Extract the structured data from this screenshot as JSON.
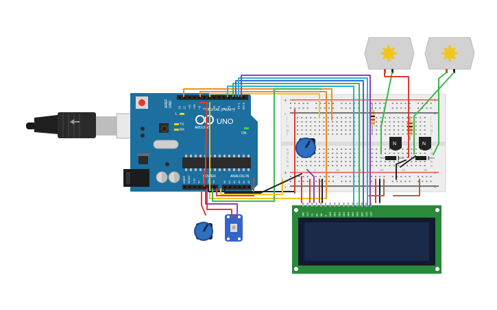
{
  "arduino": {
    "brand": "ARDUINO",
    "model": "UNO",
    "digital_label": "DIGITAL (PWM~)",
    "analog_label": "ANALOG IN",
    "power_label": "POWER",
    "tx_label": "TX",
    "rx_label": "RX",
    "l_label": "L",
    "on_label": "ON",
    "aref_label": "AREF",
    "gnd_label": "GND",
    "digital_pins": [
      "13",
      "12",
      "~11",
      "~10",
      "~9",
      "8",
      "7",
      "~6",
      "~5",
      "4",
      "~3",
      "2",
      "TX 1",
      "RX 0"
    ],
    "power_pins": [
      "IOREF",
      "RESET",
      "3.3V",
      "5V",
      "GND",
      "GND",
      "Vin"
    ],
    "analog_pins": [
      "A0",
      "A1",
      "A2",
      "A3",
      "A4",
      "A5"
    ]
  },
  "breadboard": {
    "row_letters_top": [
      "j",
      "i",
      "h",
      "g",
      "f"
    ],
    "row_letters_bottom": [
      "e",
      "d",
      "c",
      "b",
      "a"
    ],
    "column_numbers": [
      "1",
      "5",
      "10",
      "15",
      "20",
      "25",
      "30"
    ],
    "plus": "+",
    "minus": "-"
  },
  "lcd": {
    "pin_labels": [
      "GND",
      "VCC",
      "V0",
      "RS",
      "RW",
      "E",
      "DB0",
      "DB1",
      "DB2",
      "DB3",
      "DB4",
      "DB5",
      "DB6",
      "DB7",
      "LED",
      "LED"
    ]
  },
  "transistors": {
    "label": "N"
  },
  "colors": {
    "arduino_board": "#1d6f9f",
    "breadboard": "#eeeeee",
    "lcd_board": "#2a8a3a",
    "lcd_screen": "#1c2a4a",
    "motor": "#d2d2d2",
    "wire_red": "#e23a2a",
    "wire_black": "#222222",
    "wire_orange": "#f08c1e",
    "wire_yellow": "#f2c51c",
    "wire_green": "#3db54a",
    "wire_blue": "#2a6fd6",
    "wire_cyan": "#29aee0",
    "wire_purple": "#8a3fb8",
    "wire_brown": "#9a6a3a"
  }
}
